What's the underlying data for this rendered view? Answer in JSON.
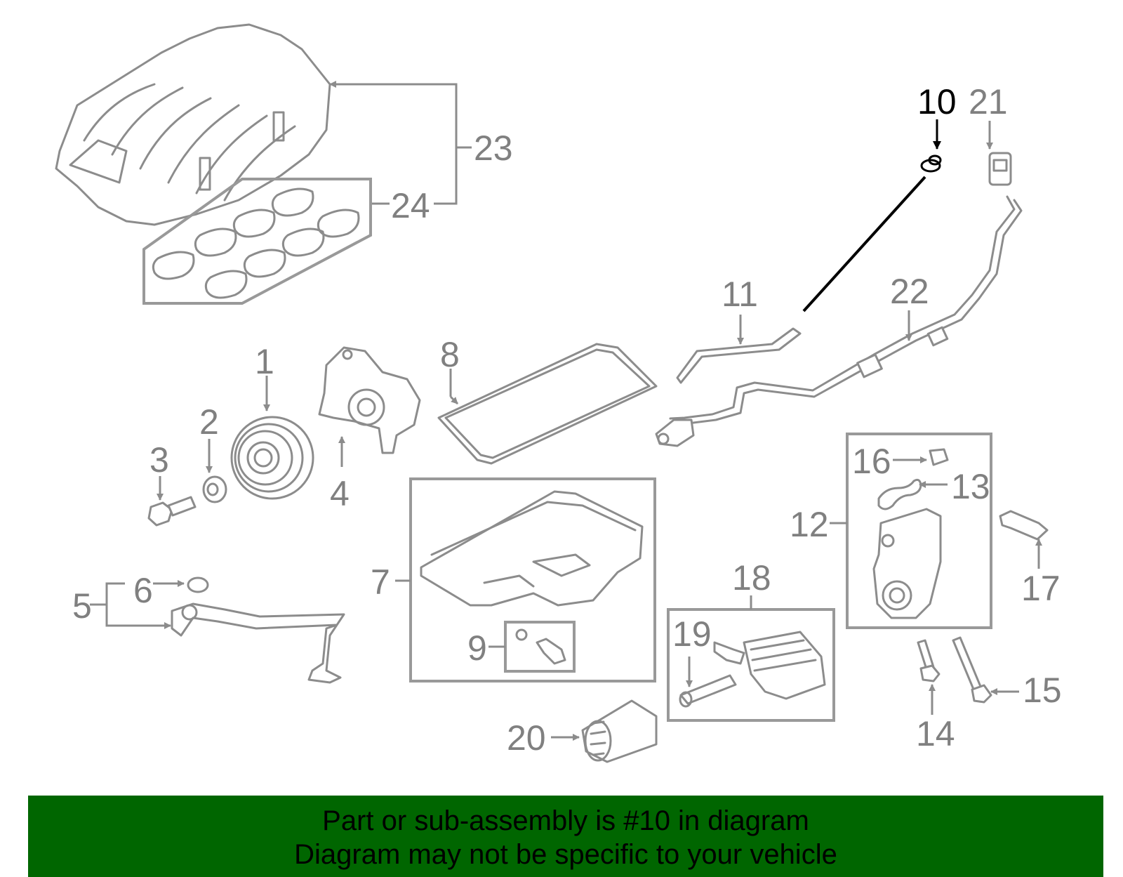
{
  "callouts": {
    "c1": "1",
    "c2": "2",
    "c3": "3",
    "c4": "4",
    "c5": "5",
    "c6": "6",
    "c7": "7",
    "c8": "8",
    "c9": "9",
    "c10": "10",
    "c11": "11",
    "c12": "12",
    "c13": "13",
    "c14": "14",
    "c15": "15",
    "c16": "16",
    "c17": "17",
    "c18": "18",
    "c19": "19",
    "c20": "20",
    "c21": "21",
    "c22": "22",
    "c23": "23",
    "c24": "24"
  },
  "highlighted_part": "10",
  "colors": {
    "banner": "#006600",
    "part_lines": "#8c8c8c",
    "highlight": "#000000"
  },
  "banner": {
    "line1": "Part or sub-assembly is #10 in diagram",
    "line2": "Diagram may not be specific to your vehicle"
  }
}
